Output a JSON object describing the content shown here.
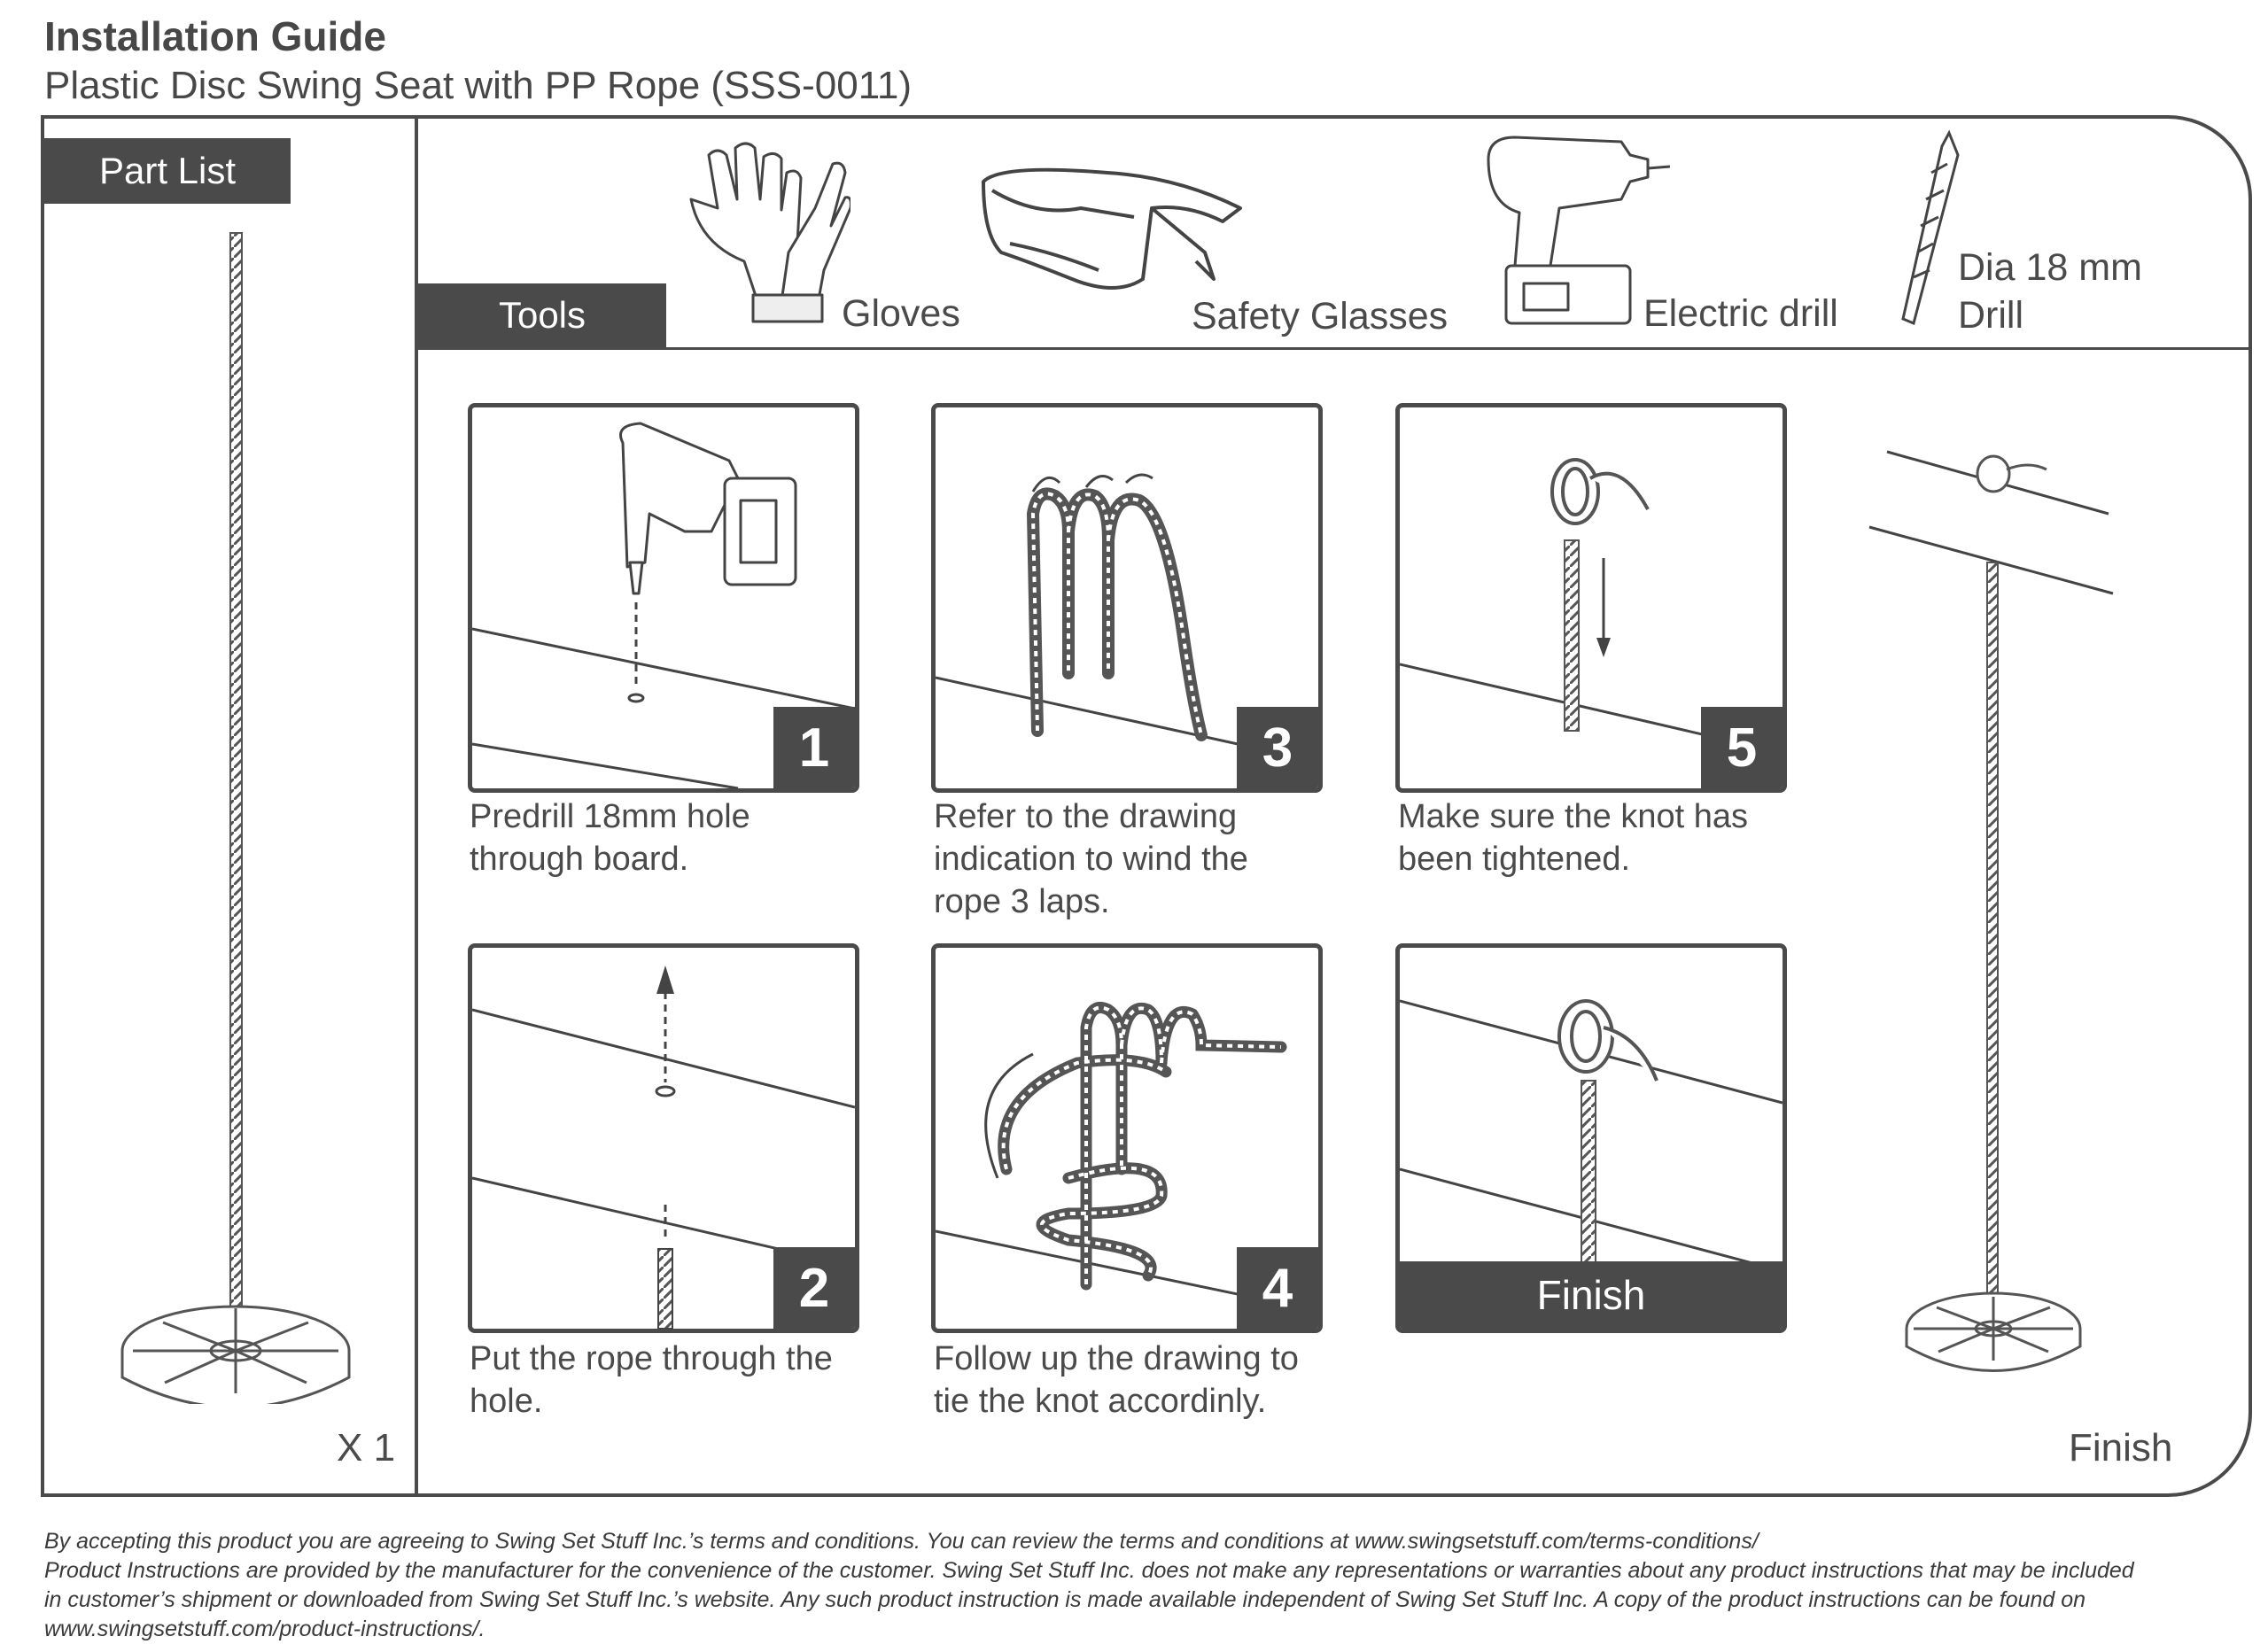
{
  "header": {
    "title": "Installation Guide",
    "subtitle": "Plastic Disc Swing Seat with PP Rope (SSS-0011)"
  },
  "part_list": {
    "label": "Part List",
    "quantity": "X 1"
  },
  "tools": {
    "label": "Tools",
    "items": [
      {
        "label": "Gloves",
        "icon": "gloves-icon"
      },
      {
        "label": "Safety Glasses",
        "icon": "safety-glasses-icon"
      },
      {
        "label": "Electric drill",
        "icon": "electric-drill-icon"
      },
      {
        "label": "Dia 18 mm\nDrill",
        "icon": "drill-bit-icon"
      }
    ]
  },
  "steps": [
    {
      "number": "1",
      "caption": "Predrill 18mm hole\nthrough board."
    },
    {
      "number": "2",
      "caption": "Put the rope through the\nhole."
    },
    {
      "number": "3",
      "caption": "Refer to the drawing\nindication to wind the\nrope 3 laps."
    },
    {
      "number": "4",
      "caption": "Follow up the drawing to\ntie the knot accordinly."
    },
    {
      "number": "5",
      "caption": "Make sure the knot has\nbeen tightened."
    },
    {
      "label": "Finish"
    }
  ],
  "finish_label": "Finish",
  "footer": {
    "line1": "By accepting this product you are agreeing to Swing Set Stuff Inc.’s terms and conditions. You can review the terms and conditions at www.swingsetstuff.com/terms-conditions/",
    "line2": "Product Instructions are provided by the manufacturer for the convenience of the customer. Swing Set Stuff Inc. does not make any representations or warranties about any product instructions that may be included",
    "line3": "in customer’s shipment or downloaded from Swing Set Stuff Inc.’s website. Any such product instruction is made available independent of Swing Set Stuff Inc.  A copy of the product instructions can be found on",
    "line4": "www.swingsetstuff.com/product-instructions/."
  },
  "colors": {
    "ink": "#4a4a4a",
    "background": "#ffffff"
  }
}
